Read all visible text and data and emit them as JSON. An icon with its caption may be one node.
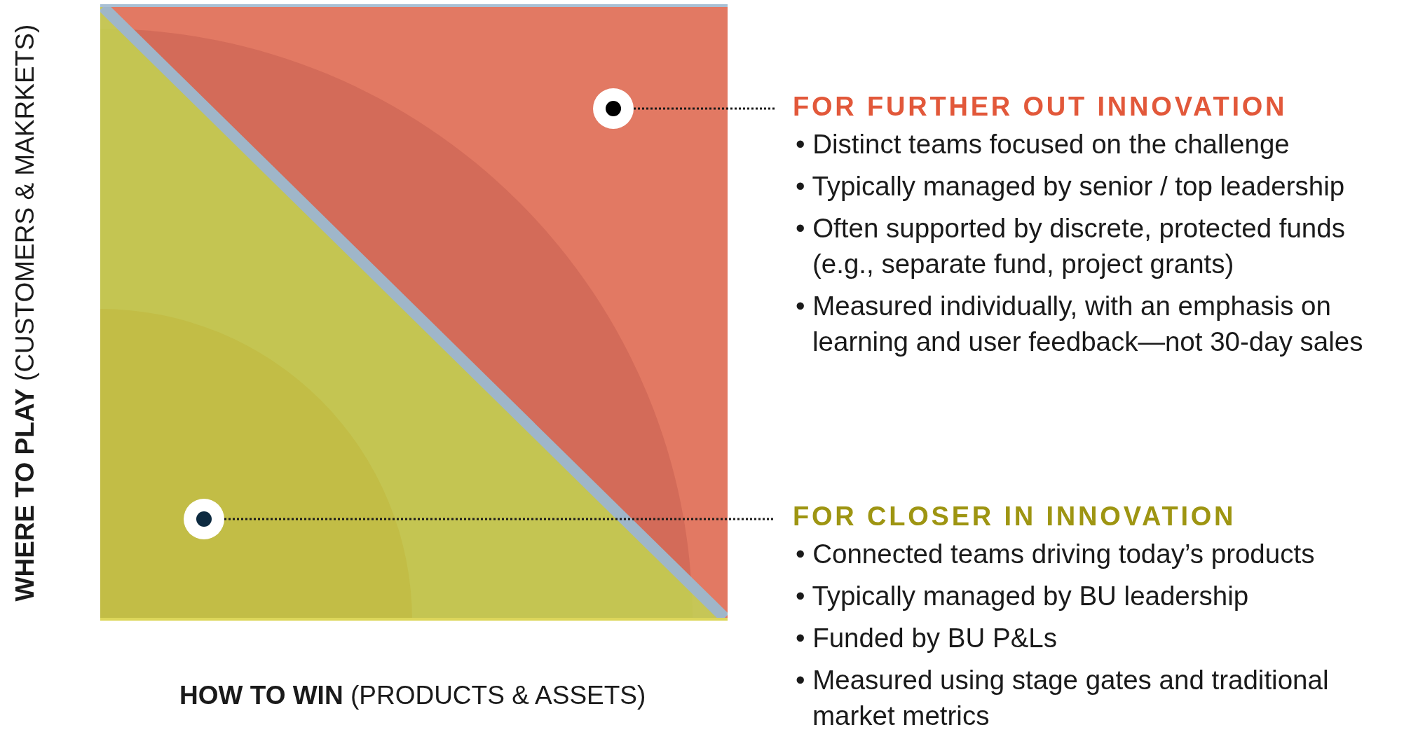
{
  "diagram": {
    "nodes": [
      {
        "text": [],
        "shape": "circle"
      },
      {
        "text": [
          "FOR FURTHER OUT INNOVATION",
          "• Distinct teams focused on the challenge",
          "• Typically managed by senior / top leadership",
          "• Often supported by discrete, protected funds (e.g., separate fund, project grants)",
          "• Measured individually, with an emphasis on learning and user feedback—not 30-day sales"
        ]
      },
      {
        "text": [],
        "shape": "circle"
      },
      {
        "text": [
          "FOR CLOSER IN INNOVATION",
          "• Connected teams driving today’s products",
          "• Typically managed by BU leadership",
          "• Funded by BU P&Ls",
          "• Measured using stage gates and traditional market metrics"
        ]
      }
    ],
    "edges": [
      {
        "from": 0,
        "to": 1,
        "arrow": "none"
      },
      {
        "from": 2,
        "to": 3,
        "arrow": "none"
      }
    ],
    "labels": [
      "**WHERE TO PLAY** (CUSTOMERS & MAKRKETS)",
      "**HOW TO WIN** (PRODUCTS & ASSETS)"
    ]
  }
}
